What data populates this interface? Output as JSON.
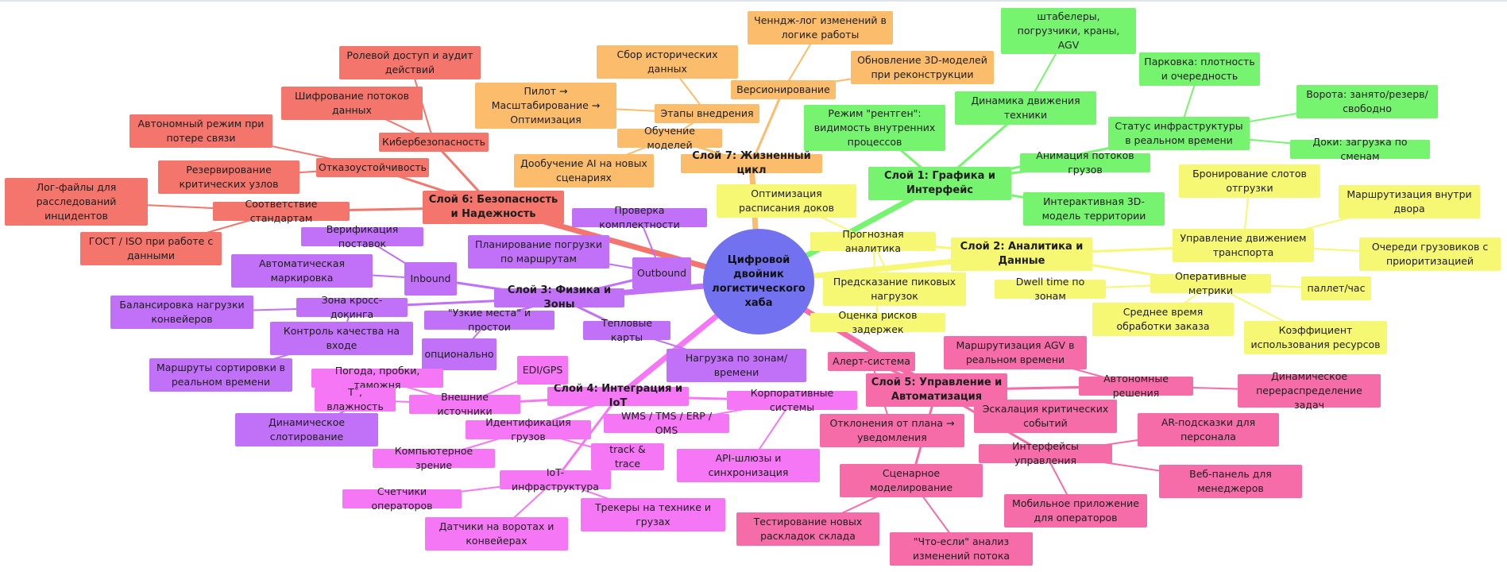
{
  "colors": {
    "root": "#7272f0",
    "layer1": "#76f470",
    "layer2": "#f6f772",
    "layer3": "#c071f7",
    "layer4": "#f577f5",
    "layer5": "#f66ca8",
    "layer6": "#f4756c",
    "layer7": "#fbbd6b"
  },
  "root": {
    "label": "Цифровой двойник логистического хаба"
  },
  "layer1": {
    "title": "Слой 1: Графика и Интерфейс",
    "xray": "Режим \"рентген\": видимость внутренних процессов",
    "machinery_motion": "Динамика движения техники",
    "machinery_list": "штабелеры, погрузчики, краны, AGV",
    "infra_status": "Статус инфраструктуры в реальном времени",
    "parking": "Парковка: плотность и очередность",
    "gates": "Ворота: занято/резерв/свободно",
    "docks": "Доки: загрузка по сменам",
    "cargo_flow": "Анимация потоков грузов",
    "model_3d": "Интерактивная 3D-модель территории"
  },
  "layer2": {
    "title": "Слой 2: Аналитика и Данные",
    "predictive": "Прогнозная аналитика",
    "dock_schedule": "Оптимизация расписания доков",
    "peak_load": "Предсказание пиковых нагрузок",
    "delay_risk": "Оценка рисков задержек",
    "transport_mgmt": "Управление движением транспорта",
    "slot_booking": "Бронирование слотов отгрузки",
    "yard_routing": "Маршрутизация внутри двора",
    "truck_queues": "Очереди грузовиков с приоритизацией",
    "op_metrics": "Оперативные метрики",
    "dwell": "Dwell time по зонам",
    "pallet_hour": "паллет/час",
    "order_time": "Среднее время обработки заказа",
    "utilization": "Коэффициент использования ресурсов"
  },
  "layer3": {
    "title": "Слой 3: Физика и Зоны",
    "outbound": "Outbound",
    "completeness": "Проверка комплектности",
    "route_loading": "Планирование погрузки по маршрутам",
    "inbound": "Inbound",
    "delivery_verify": "Верификация поставок",
    "auto_marking": "Автоматическая маркировка",
    "crossdock": "Зона кросс-докинга",
    "conveyor_balance": "Балансировка нагрузки конвейеров",
    "inbound_qc": "Контроль качества на входе",
    "sort_routes": "Маршруты сортировки в реальном времени",
    "bottlenecks": "\"Узкие места\" и простои",
    "optional": "опционально",
    "heatmaps": "Тепловые карты",
    "zone_load": "Нагрузка по зонам/ времени",
    "dyn_slotting": "Динамическое слотирование"
  },
  "layer4": {
    "title": "Слой 4: Интеграция и IoT",
    "external": "Внешние источники",
    "weather": "Погода, пробки, таможня",
    "edi": "EDI/GPS",
    "temp": "T˚, влажность",
    "corporate": "Корпоративные системы",
    "wms": "WMS / TMS / ERP / OMS",
    "api": "API-шлюзы и синхронизация",
    "cargo_id": "Идентификация грузов",
    "cv": "Компьютерное зрение",
    "track": "track & trace",
    "iot": "IoT-инфраструктура",
    "op_counters": "Счетчики операторов",
    "sensors": "Датчики на воротах и конвейерах",
    "trackers": "Трекеры на технике и грузах"
  },
  "layer5": {
    "title": "Слой 5: Управление и Автоматизация",
    "alert": "Алерт-система",
    "deviations": "Отклонения от плана → уведомления",
    "escalation": "Эскалация критических событий",
    "autonomous": "Автономные решения",
    "agv_routing": "Маршрутизация AGV в реальном времени",
    "task_redistrib": "Динамическое перераспределение задач",
    "interfaces": "Интерфейсы управления",
    "ar_hints": "AR-подсказки для персонала",
    "web_panel": "Веб-панель для менеджеров",
    "mobile_app": "Мобильное приложение для операторов",
    "scenario": "Сценарное моделирование",
    "layout_test": "Тестирование новых раскладок склада",
    "what_if": "\"Что-если\" анализ изменений потока"
  },
  "layer6": {
    "title": "Слой 6: Безопасность и Надежность",
    "cyber": "Кибербезопасность",
    "role_access": "Ролевой доступ и аудит действий",
    "encryption": "Шифрование потоков данных",
    "fault_tol": "Отказоустойчивость",
    "offline": "Автономный режим при потере связи",
    "redundancy": "Резервирование критических узлов",
    "standards": "Соответствие стандартам",
    "logs": "Лог-файлы для расследований инцидентов",
    "gost": "ГОСТ / ISO при работе с данными"
  },
  "layer7": {
    "title": "Слой 7: Жизненный цикл",
    "model_training": "Обучение моделей",
    "ai_tuning": "Дообучение AI на новых сценариях",
    "history": "Сбор исторических данных",
    "stages": "Этапы внедрения",
    "pilot": "Пилот → Масштабирование → Оптимизация",
    "versioning": "Версионирование",
    "changelog": "Ченндж-лог изменений в логике работы",
    "model_update": "Обновление 3D-моделей при реконструкции"
  }
}
